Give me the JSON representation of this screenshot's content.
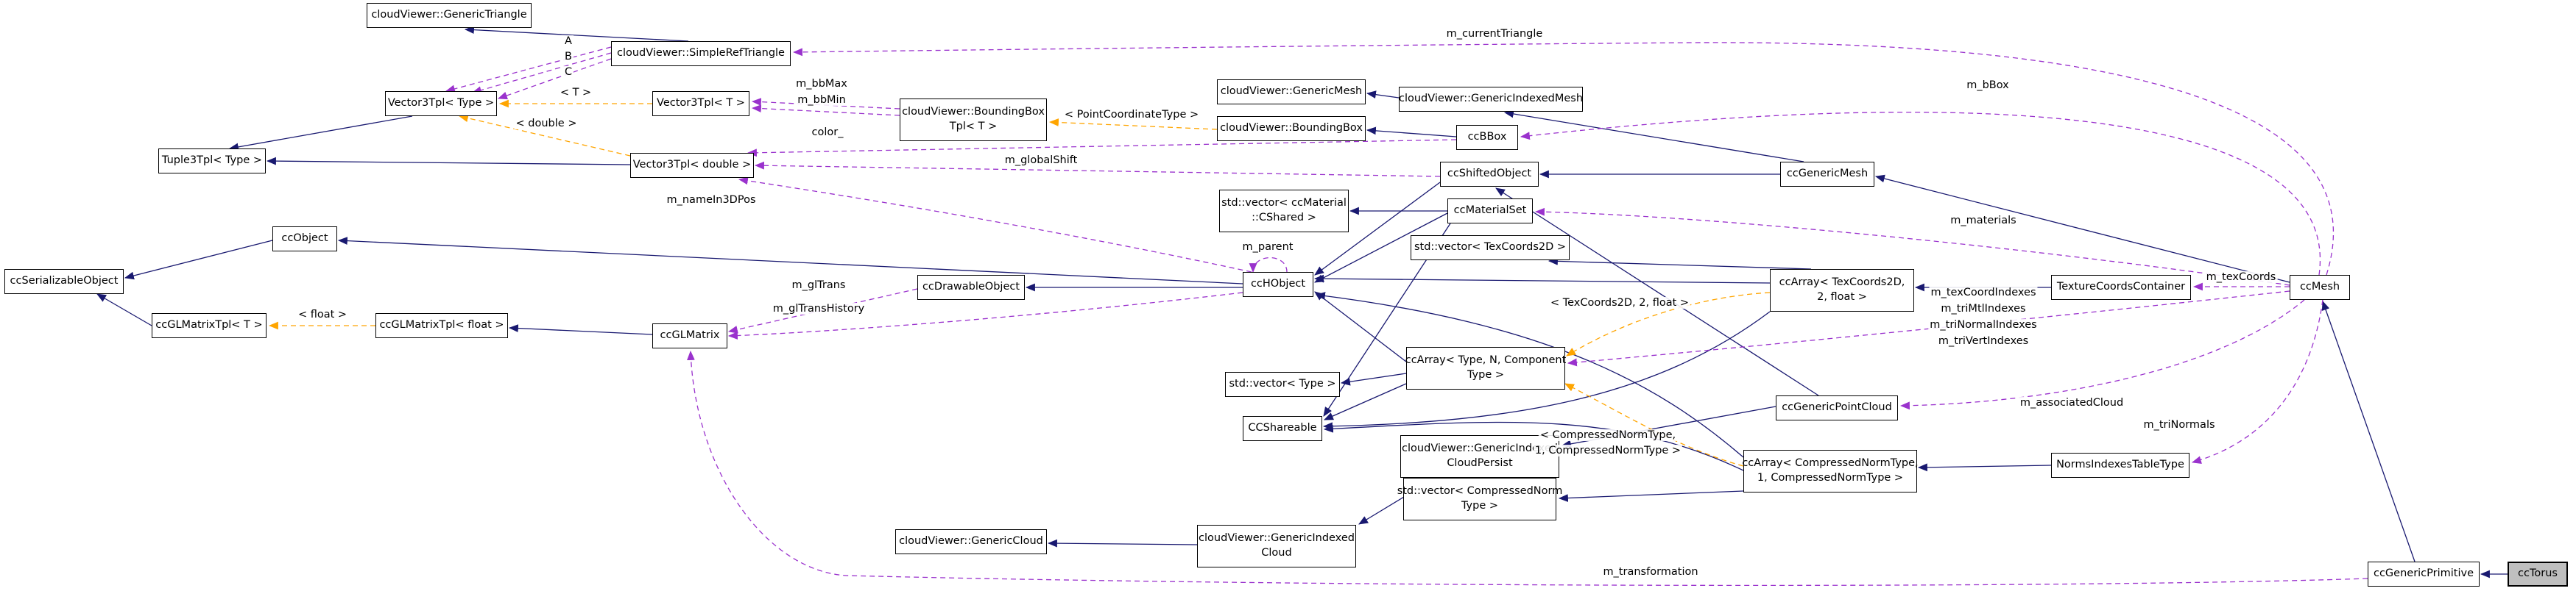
{
  "diagram": {
    "type": "doxygen-collaboration-graph",
    "main_class": "ccTorus",
    "colors": {
      "inheritance": "#191970",
      "collaboration": "#9a32cd",
      "template": "#ffa500",
      "node_border": "#000000",
      "highlight_fill": "#bfbfbf",
      "background": "#ffffff"
    },
    "nodes": {
      "generic_triangle": [
        "cloudViewer::GenericTriangle"
      ],
      "simple_ref_triangle": [
        "cloudViewer::SimpleRefTriangle"
      ],
      "vector3tpl_type": [
        "Vector3Tpl< Type >"
      ],
      "vector3tpl_t": [
        "Vector3Tpl< T >"
      ],
      "boundingbox_tpl": [
        "cloudViewer::BoundingBox",
        "Tpl< T >"
      ],
      "generic_mesh": [
        "cloudViewer::GenericMesh"
      ],
      "generic_indexed_mesh": [
        "cloudViewer::GenericIndexedMesh"
      ],
      "boundingbox": [
        "cloudViewer::BoundingBox"
      ],
      "ccbbox": [
        "ccBBox"
      ],
      "tuple3tpl": [
        "Tuple3Tpl< Type >"
      ],
      "vector3tpl_double": [
        "Vector3Tpl< double >"
      ],
      "cc_shifted_object": [
        "ccShiftedObject"
      ],
      "vector_ccmaterial": [
        "std::vector< ccMaterial",
        "::CShared >"
      ],
      "cc_material_set": [
        "ccMaterialSet"
      ],
      "vector_texcoords2d": [
        "std::vector< TexCoords2D >"
      ],
      "cc_generic_mesh": [
        "ccGenericMesh"
      ],
      "cc_object": [
        "ccObject"
      ],
      "cc_serializable_object": [
        "ccSerializableObject"
      ],
      "cc_drawable_object": [
        "ccDrawableObject"
      ],
      "cc_hobject": [
        "ccHObject"
      ],
      "ccarray_texcoords": [
        "ccArray< TexCoords2D,",
        "2, float >"
      ],
      "texture_coords_container": [
        "TextureCoordsContainer"
      ],
      "cc_mesh": [
        "ccMesh"
      ],
      "ccglmatrixtpl_t": [
        "ccGLMatrixTpl< T >"
      ],
      "ccglmatrixtpl_float": [
        "ccGLMatrixTpl< float >"
      ],
      "ccglmatrix": [
        "ccGLMatrix"
      ],
      "ccarray_generic": [
        "ccArray< Type, N, Component",
        "Type >"
      ],
      "vector_type": [
        "std::vector< Type >"
      ],
      "ccshareable": [
        "CCShareable"
      ],
      "cc_generic_point_cloud": [
        "ccGenericPointCloud"
      ],
      "generic_indexed_cloud_persist": [
        "cloudViewer::GenericIndexed",
        "CloudPersist"
      ],
      "ccarray_compressed": [
        "ccArray< CompressedNormType,",
        "1, CompressedNormType >"
      ],
      "norms_indexes": [
        "NormsIndexesTableType"
      ],
      "vector_compressed": [
        "std::vector< CompressedNorm",
        "Type >"
      ],
      "generic_cloud": [
        "cloudViewer::GenericCloud"
      ],
      "generic_indexed_cloud": [
        "cloudViewer::GenericIndexed",
        "Cloud"
      ],
      "cc_generic_primitive": [
        "ccGenericPrimitive"
      ],
      "cc_torus": [
        "ccTorus"
      ]
    },
    "edge_labels": {
      "m_currentTriangle": "m_currentTriangle",
      "A": "A",
      "B": "B",
      "C": "C",
      "tpl_T": "< T >",
      "tpl_double": "< double >",
      "m_bbMax": "m_bbMax",
      "m_bbMin": "m_bbMin",
      "color_": "color_",
      "tpl_PointCoordinateType": "< PointCoordinateType >",
      "m_globalShift": "m_globalShift",
      "m_nameIn3DPos": "m_nameIn3DPos",
      "m_parent": "m_parent",
      "m_bBox": "m_bBox",
      "m_materials": "m_materials",
      "m_glTrans": "m_glTrans",
      "m_glTransHistory": "m_glTransHistory",
      "tpl_float": "< float >",
      "tpl_TexCoords2D": "< TexCoords2D, 2, float >",
      "m_texCoordIndexes": "m_texCoordIndexes",
      "m_triMtlIndexes": "m_triMtlIndexes",
      "m_triNormalIndexes": "m_triNormalIndexes",
      "m_triVertIndexes": "m_triVertIndexes",
      "m_texCoords": "m_texCoords",
      "m_associatedCloud": "m_associatedCloud",
      "m_triNormals": "m_triNormals",
      "tpl_CompressedNormType_1": "< CompressedNormType,",
      "tpl_CompressedNormType_2": "1, CompressedNormType >",
      "m_transformation": "m_transformation"
    }
  }
}
